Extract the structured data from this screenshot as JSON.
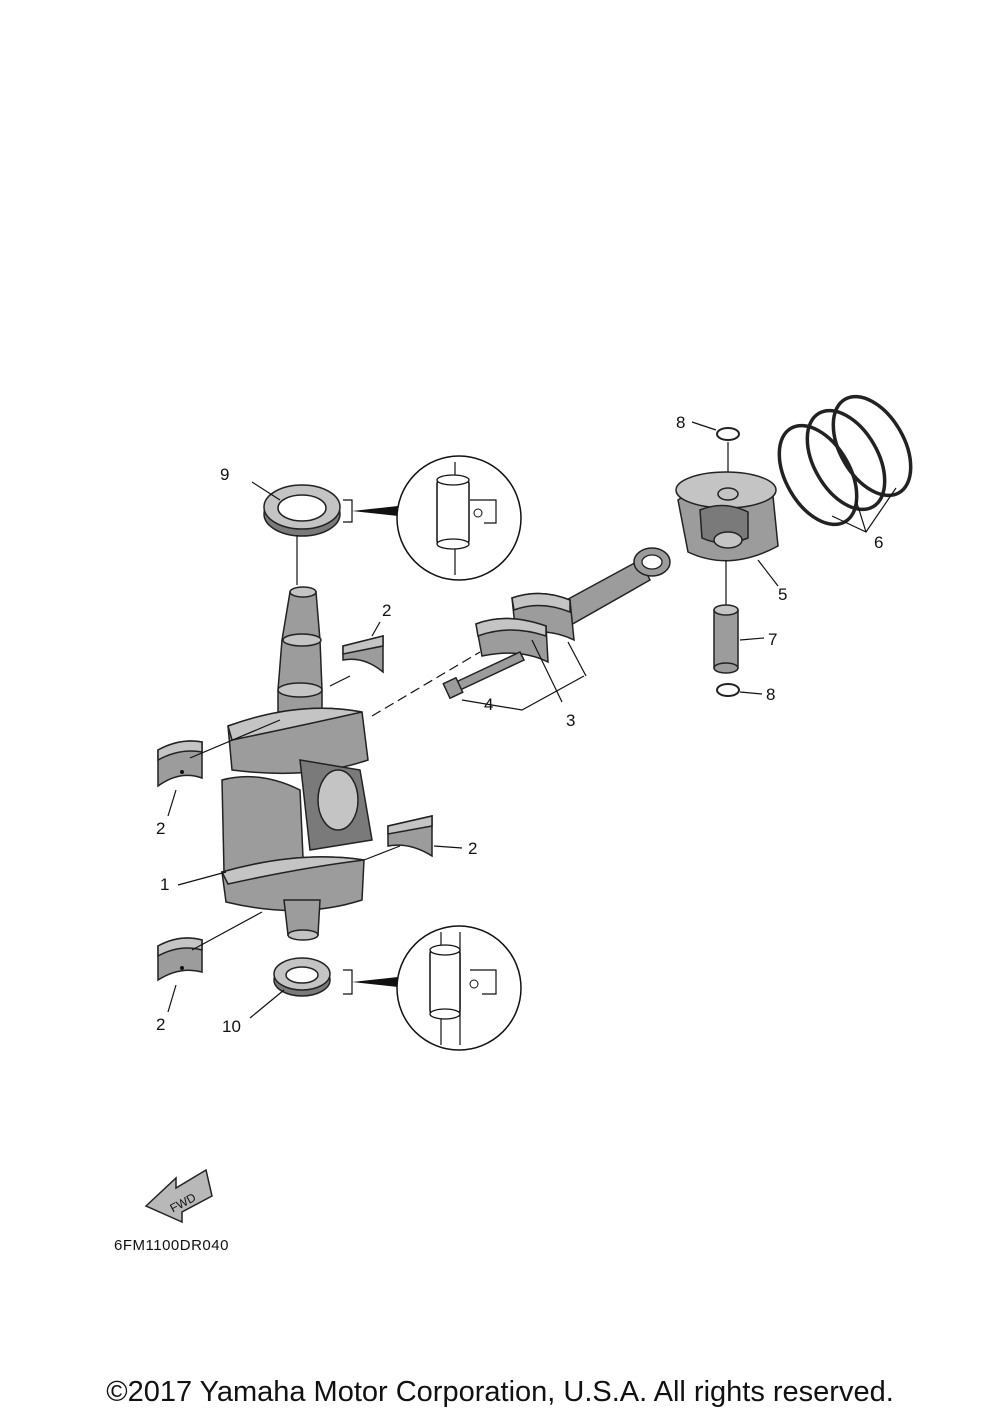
{
  "diagram": {
    "callouts": [
      {
        "id": "c9",
        "label": "9"
      },
      {
        "id": "c2a",
        "label": "2"
      },
      {
        "id": "c2b",
        "label": "2"
      },
      {
        "id": "c2c",
        "label": "2"
      },
      {
        "id": "c2d",
        "label": "2"
      },
      {
        "id": "c1",
        "label": "1"
      },
      {
        "id": "c10",
        "label": "10"
      },
      {
        "id": "c4",
        "label": "4"
      },
      {
        "id": "c3",
        "label": "3"
      },
      {
        "id": "c8a",
        "label": "8"
      },
      {
        "id": "c8b",
        "label": "8"
      },
      {
        "id": "c5",
        "label": "5"
      },
      {
        "id": "c6",
        "label": "6"
      },
      {
        "id": "c7",
        "label": "7"
      }
    ],
    "fwd_label": "FWD",
    "drawing_code": "6FM1100DR040"
  },
  "footer": {
    "copyright": "©2017 Yamaha Motor Corporation, U.S.A. All rights reserved."
  },
  "colors": {
    "part_fill": "#9c9c9c",
    "part_light": "#c4c4c4",
    "line": "#111111"
  }
}
